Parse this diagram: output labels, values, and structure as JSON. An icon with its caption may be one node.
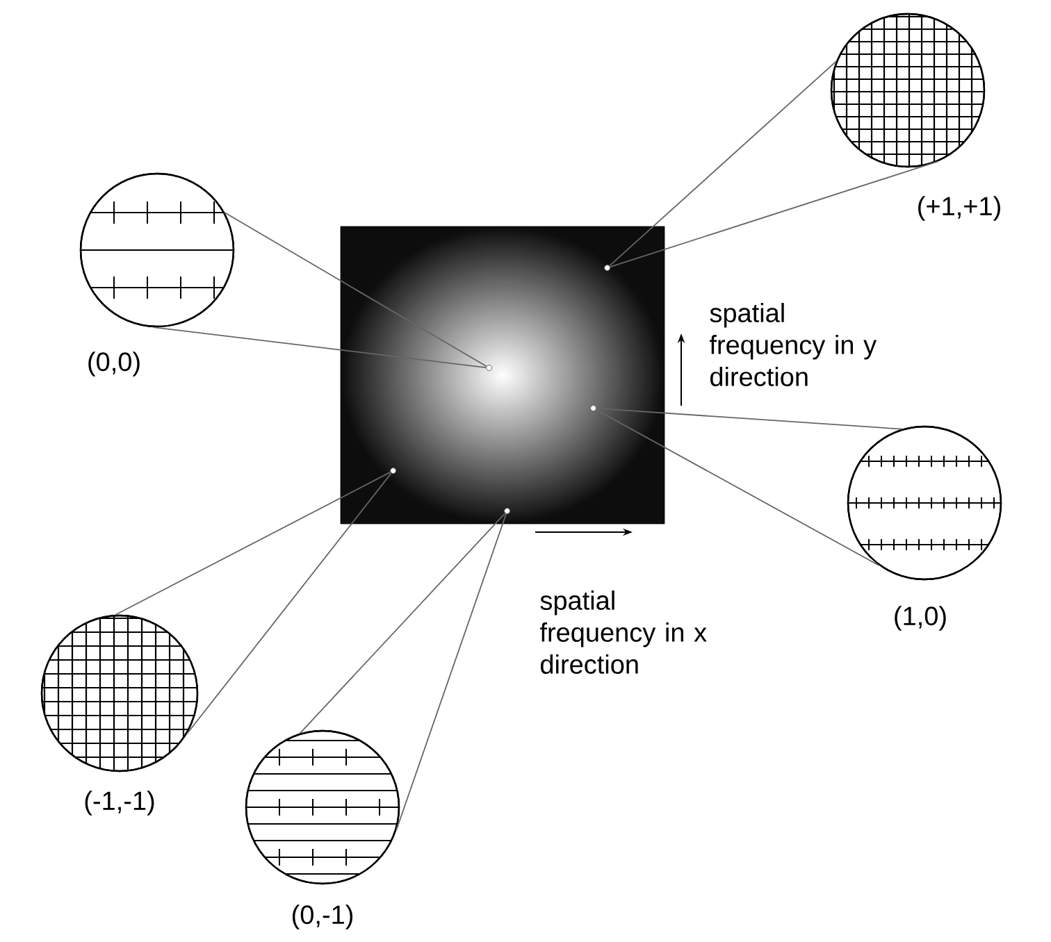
{
  "diagram": {
    "nodes": [
      {
        "text": [],
        "shape": "box"
      },
      {
        "text": [],
        "shape": "circle",
        "beside": [
          "(+1,+1)"
        ]
      },
      {
        "text": [],
        "shape": "circle",
        "beside": [
          "(0,0)"
        ]
      },
      {
        "text": [],
        "shape": "circle",
        "beside": [
          "(1,0)"
        ]
      },
      {
        "text": [],
        "shape": "circle",
        "beside": [
          "(-1,-1)"
        ]
      },
      {
        "text": [],
        "shape": "circle",
        "beside": [
          "(0,-1)"
        ]
      },
      {
        "text": [],
        "shape": "dot",
        "in": 0
      },
      {
        "text": [],
        "shape": "dot",
        "in": 0
      },
      {
        "text": [],
        "shape": "dot",
        "in": 0
      },
      {
        "text": [],
        "shape": "dot",
        "in": 0
      },
      {
        "text": [],
        "shape": "dot",
        "in": 0
      }
    ],
    "edges": [
      {
        "from": 1,
        "to": 6,
        "arrow": "none"
      },
      {
        "from": 2,
        "to": 7,
        "arrow": "none"
      },
      {
        "from": 3,
        "to": 8,
        "arrow": "none"
      },
      {
        "from": 4,
        "to": 9,
        "arrow": "none"
      },
      {
        "from": 5,
        "to": 10,
        "arrow": "none"
      }
    ],
    "labels": [
      "spatial frequency in y direction",
      "spatial frequency in x direction"
    ]
  }
}
